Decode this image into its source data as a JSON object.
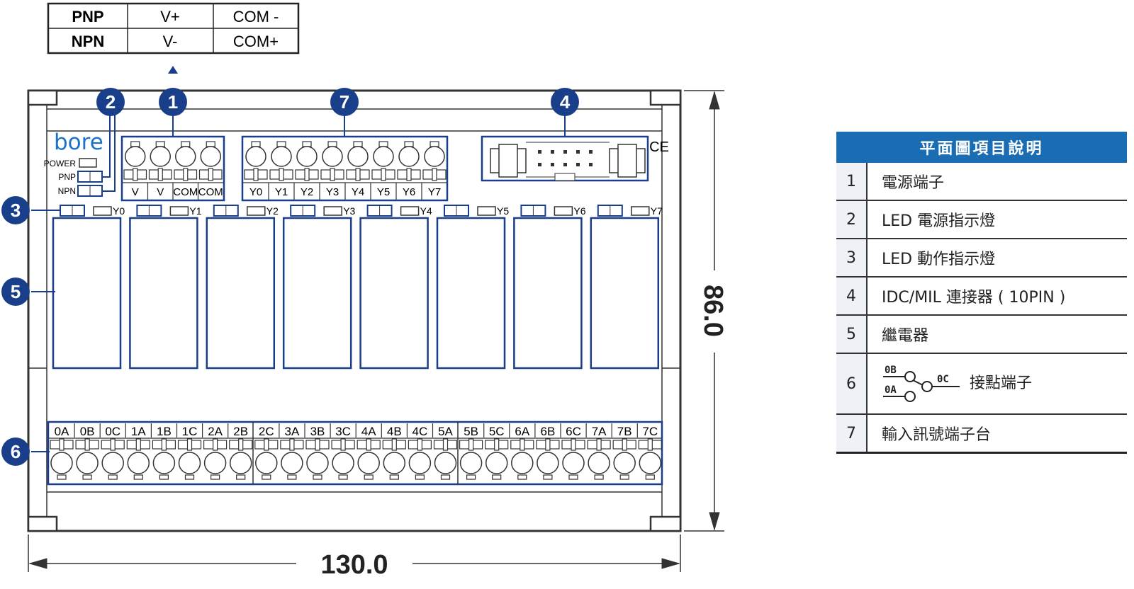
{
  "mode_table": [
    {
      "type": "PNP",
      "v": "V+",
      "com": "COM -"
    },
    {
      "type": "NPN",
      "v": "V-",
      "com": "COM+"
    }
  ],
  "brand": "bore",
  "panel_labels": {
    "power": "POWER",
    "pnp": "PNP",
    "npn": "NPN",
    "ce": "CE"
  },
  "power_terminals": [
    "V",
    "V",
    "COM",
    "COM"
  ],
  "input_terminals": [
    "Y0",
    "Y1",
    "Y2",
    "Y3",
    "Y4",
    "Y5",
    "Y6",
    "Y7"
  ],
  "led_labels": [
    "Y0",
    "Y1",
    "Y2",
    "Y3",
    "Y4",
    "Y5",
    "Y6",
    "Y7"
  ],
  "output_terminals": [
    "0A",
    "0B",
    "0C",
    "1A",
    "1B",
    "1C",
    "2A",
    "2B",
    "2C",
    "3A",
    "3B",
    "3C",
    "4A",
    "4B",
    "4C",
    "5A",
    "5B",
    "5C",
    "6A",
    "6B",
    "6C",
    "7A",
    "7B",
    "7C"
  ],
  "callouts": [
    "1",
    "2",
    "3",
    "4",
    "5",
    "6",
    "7"
  ],
  "dimensions": {
    "width": "130.0",
    "height": "86.0"
  },
  "legend": {
    "title": "平面圖項目說明",
    "rows": [
      {
        "num": "1",
        "text": "電源端子"
      },
      {
        "num": "2",
        "text": "LED 電源指示燈"
      },
      {
        "num": "3",
        "text": "LED 動作指示燈"
      },
      {
        "num": "4",
        "text": "IDC/MIL 連接器 ( 10PIN )"
      },
      {
        "num": "5",
        "text": "繼電器"
      },
      {
        "num": "6",
        "text": "接點端子",
        "icon": true
      },
      {
        "num": "7",
        "text": "輸入訊號端子台"
      }
    ],
    "contact_icon": {
      "nc": "0B",
      "no": "0A",
      "com": "0C"
    }
  },
  "colors": {
    "accent": "#1a3f8a",
    "header": "#1a6cb3",
    "brand": "#1a73c9",
    "line": "#333333"
  }
}
